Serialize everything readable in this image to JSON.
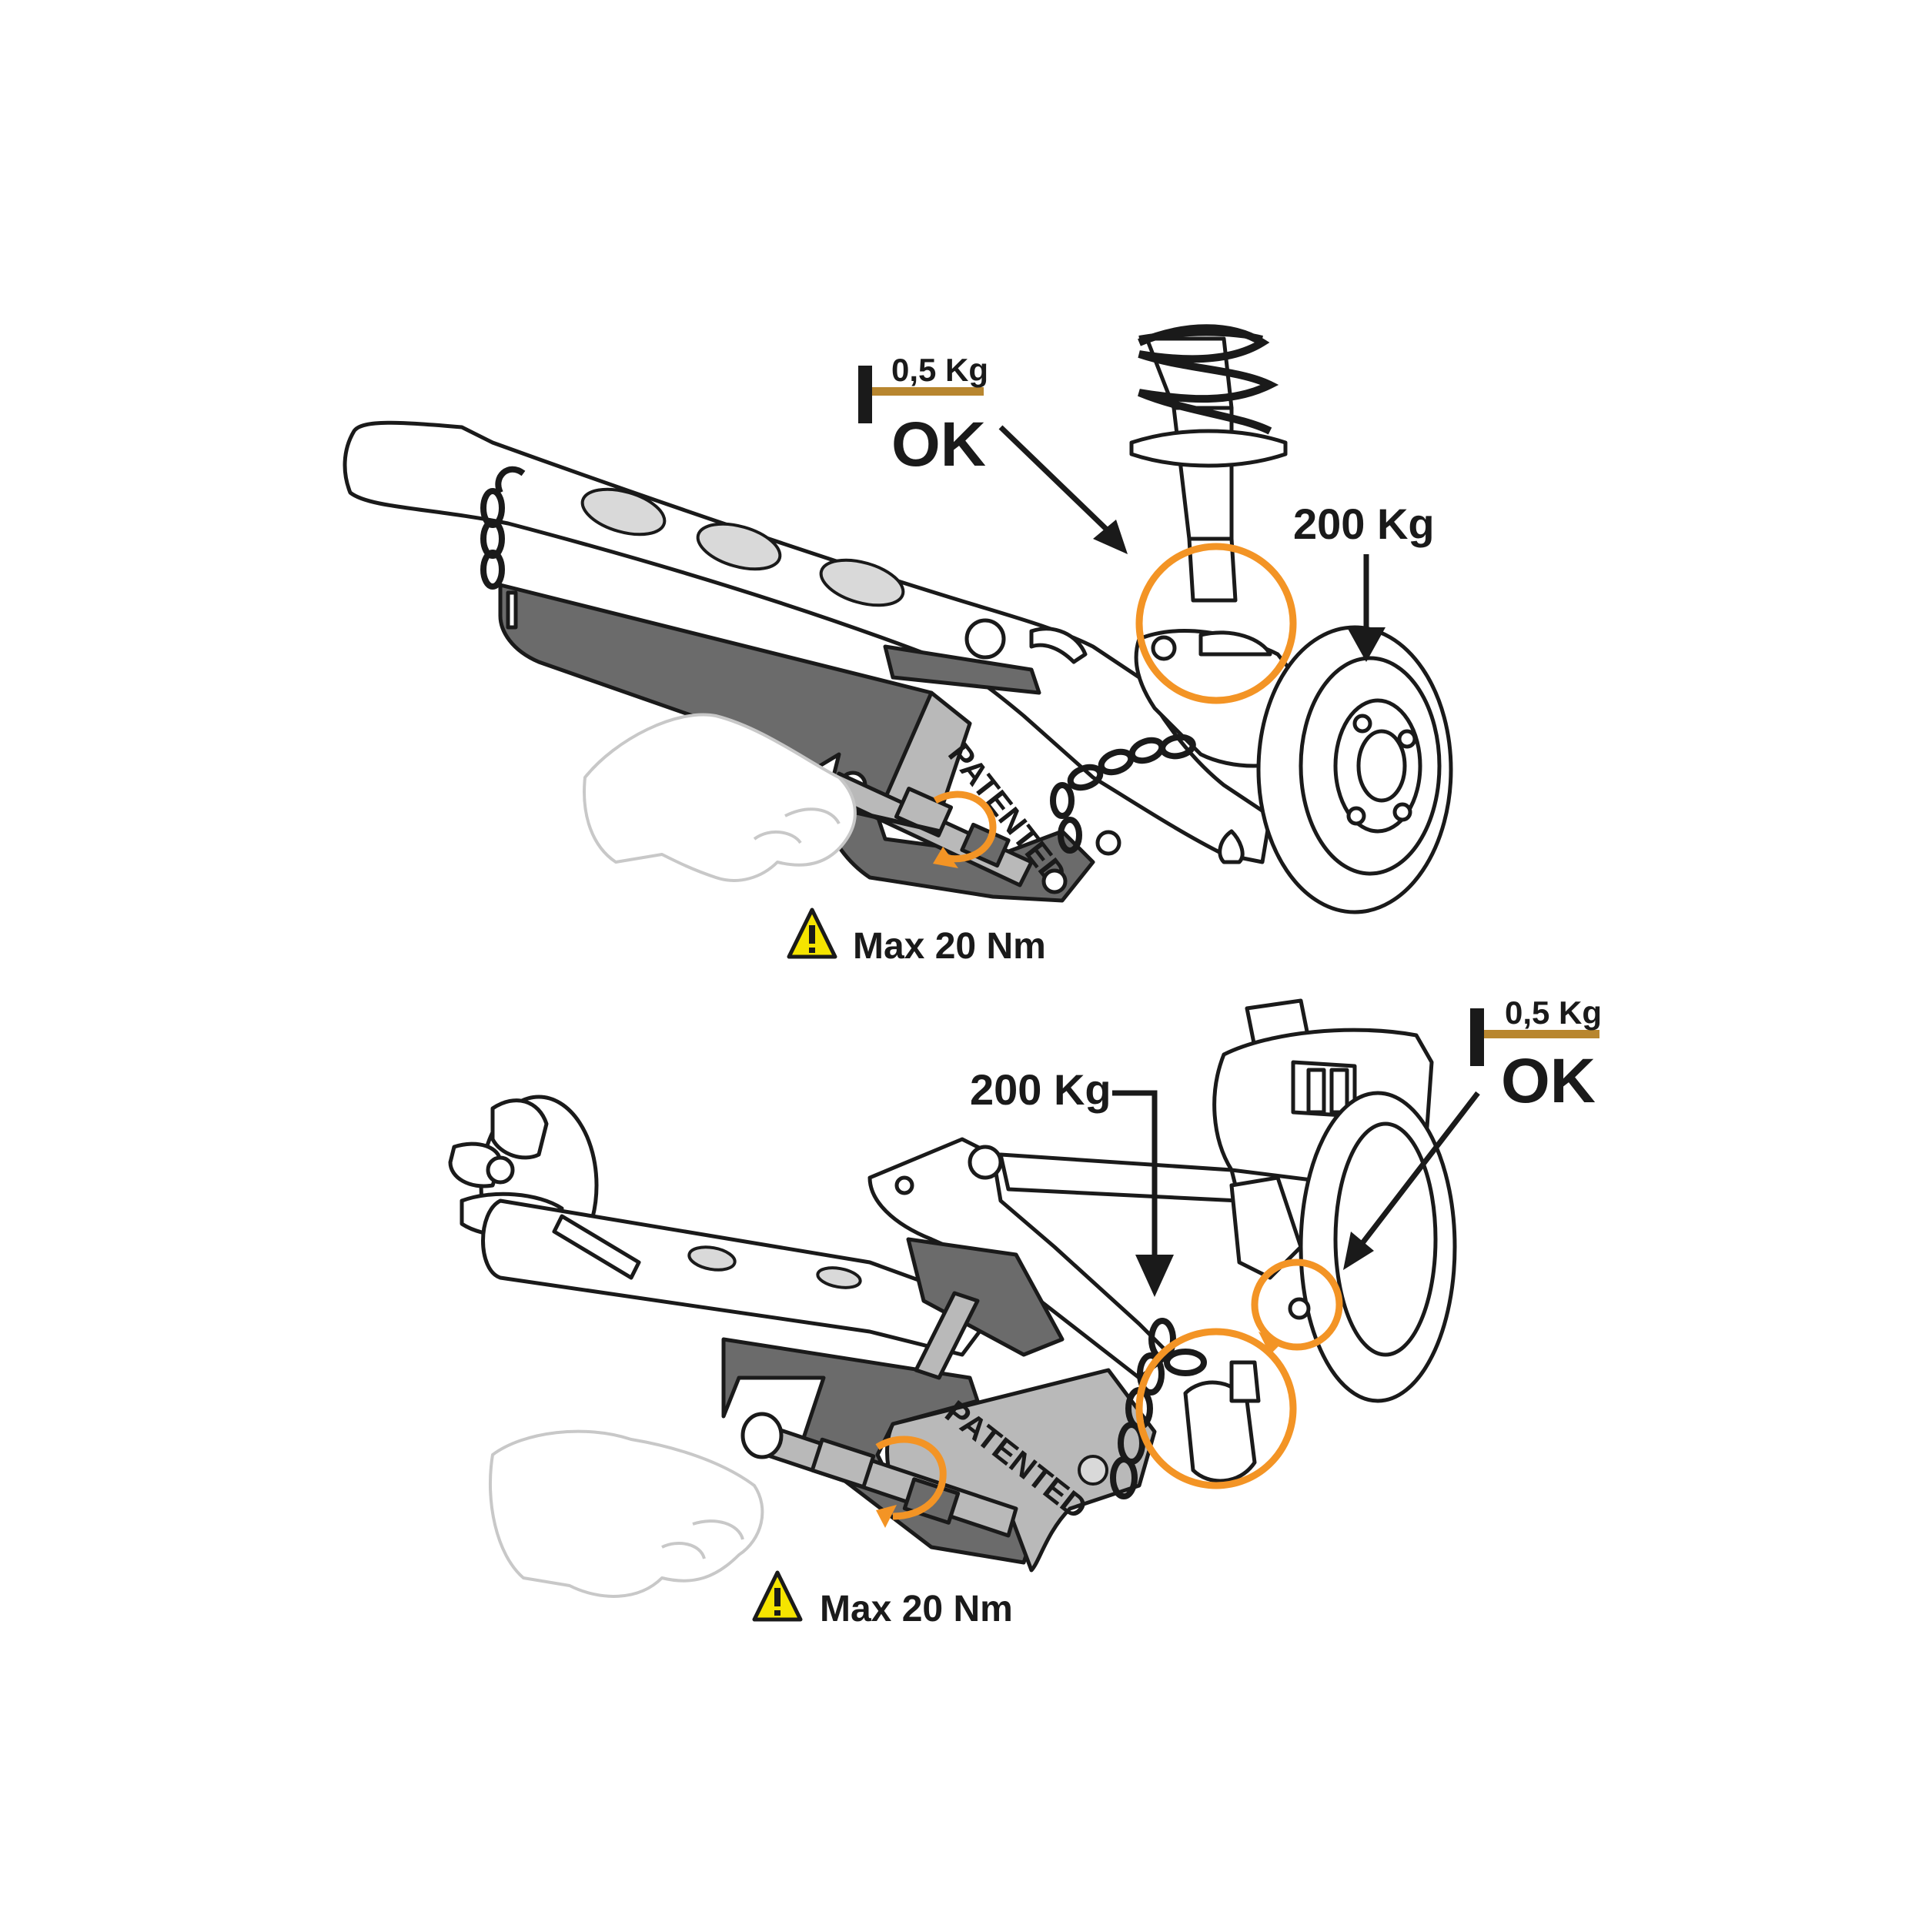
{
  "colors": {
    "highlight": "#f39425",
    "hammer_handle": "#b8862f",
    "ink": "#1a1a1a",
    "tool_grey": "#6b6b6b",
    "warning_yellow": "#f5e400"
  },
  "icons": {
    "hammer": "hammer-icon",
    "warning": "warning-triangle-icon"
  },
  "top": {
    "hammer_weight": "0,5 Kg",
    "ok": "OK",
    "load": "200 Kg",
    "engraving": "PATENTED",
    "torque": "Max 20 Nm"
  },
  "bottom": {
    "hammer_weight": "0,5 Kg",
    "ok": "OK",
    "load": "200 Kg",
    "engraving": "PATENTED",
    "torque": "Max 20 Nm"
  }
}
